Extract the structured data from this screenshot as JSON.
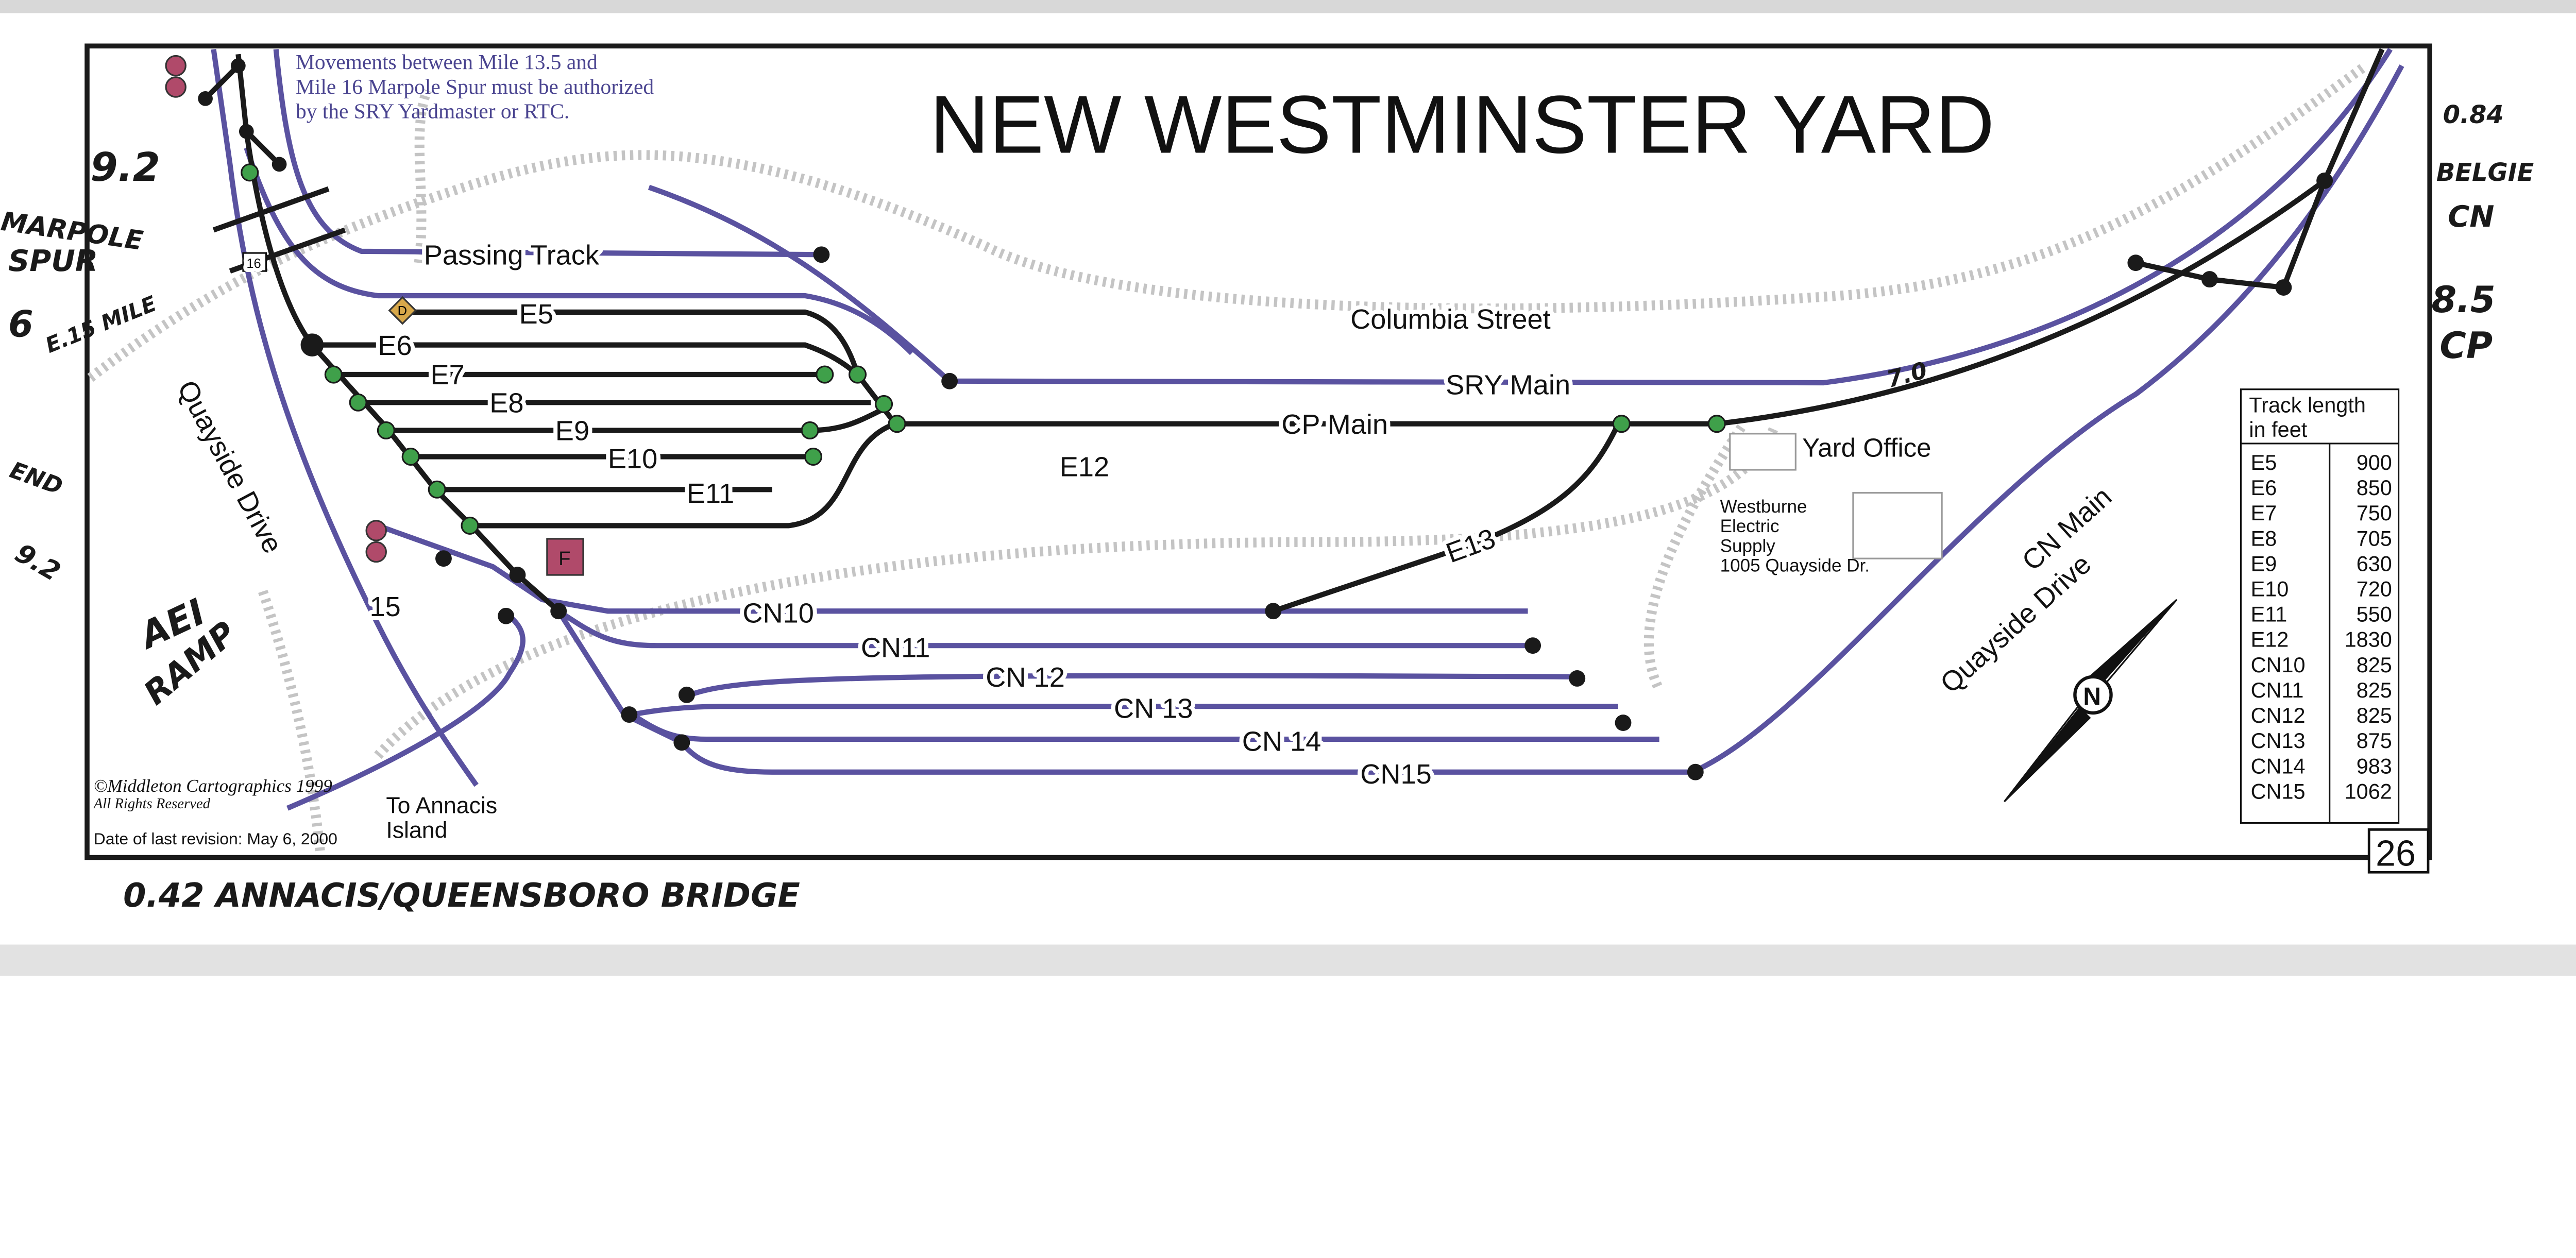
{
  "title": "NEW WESTMINSTER YARD",
  "notice": [
    "Movements between Mile 13.5 and",
    "Mile 16 Marpole Spur must be authorized",
    "by the SRY Yardmaster or RTC."
  ],
  "track_labels": {
    "passing": "Passing Track",
    "e5": "E5",
    "e6": "E6",
    "e7": "E7",
    "e8": "E8",
    "e9": "E9",
    "e10": "E10",
    "e11": "E11",
    "e12": "E12",
    "e13": "E13",
    "sry_main": "SRY Main",
    "cp_main": "CP Main",
    "cn_main": "CN Main",
    "cn10": "CN10",
    "cn11": "CN11",
    "cn12": "CN 12",
    "cn13": "CN 13",
    "cn14": "CN 14",
    "cn15": "CN15"
  },
  "street_labels": {
    "columbia": "Columbia Street",
    "quayside_left": "Quayside Drive",
    "quayside_right": "Quayside Drive"
  },
  "places": {
    "yard_office": "Yard Office",
    "westburne": [
      "Westburne",
      "Electric",
      "Supply",
      "1005 Quayside Dr."
    ],
    "annacis": [
      "To Annacis",
      "Island"
    ]
  },
  "markers": {
    "mile16": "16",
    "signal15": "15",
    "f_box": "F",
    "d_sign": "D",
    "compass": "N"
  },
  "credits": {
    "copyright": "©Middleton Cartographics 1999",
    "rights": "All Rights Reserved",
    "revision": "Date of last revision: May 6, 2000"
  },
  "page_number": "26",
  "track_table": {
    "header": [
      "Track length",
      "in feet"
    ],
    "rows": [
      {
        "track": "E5",
        "feet": "900"
      },
      {
        "track": "E6",
        "feet": "850"
      },
      {
        "track": "E7",
        "feet": "750"
      },
      {
        "track": "E8",
        "feet": "705"
      },
      {
        "track": "E9",
        "feet": "630"
      },
      {
        "track": "E10",
        "feet": "720"
      },
      {
        "track": "E11",
        "feet": "550"
      },
      {
        "track": "E12",
        "feet": "1830"
      },
      {
        "track": "CN10",
        "feet": "825"
      },
      {
        "track": "CN11",
        "feet": "825"
      },
      {
        "track": "CN12",
        "feet": "825"
      },
      {
        "track": "CN13",
        "feet": "875"
      },
      {
        "track": "CN14",
        "feet": "983"
      },
      {
        "track": "CN15",
        "feet": "1062"
      }
    ]
  },
  "handwritten": {
    "left_92": "9.2",
    "marpole": "MARPOLE",
    "spur": "SPUR",
    "left_6": "6",
    "left_mile": "E.15 MILE",
    "left_end": "END",
    "left_end92": "9.2",
    "aei": "AEI",
    "ramp": "RAMP",
    "right_084": "0.84",
    "belgie": "BELGIE",
    "cn": "CN",
    "right_85": "8.5",
    "cp": "CP",
    "bottom": "0.42 ANNACIS/QUEENSBORO BRIDGE",
    "mid_scrawl": "7.0"
  },
  "colors": {
    "track_purple": "#5a52a0",
    "track_black": "#1a1a1a",
    "switch_green": "#3fa04a",
    "signal_red": "#b04a6a",
    "road_gray": "#c4c4c4"
  }
}
